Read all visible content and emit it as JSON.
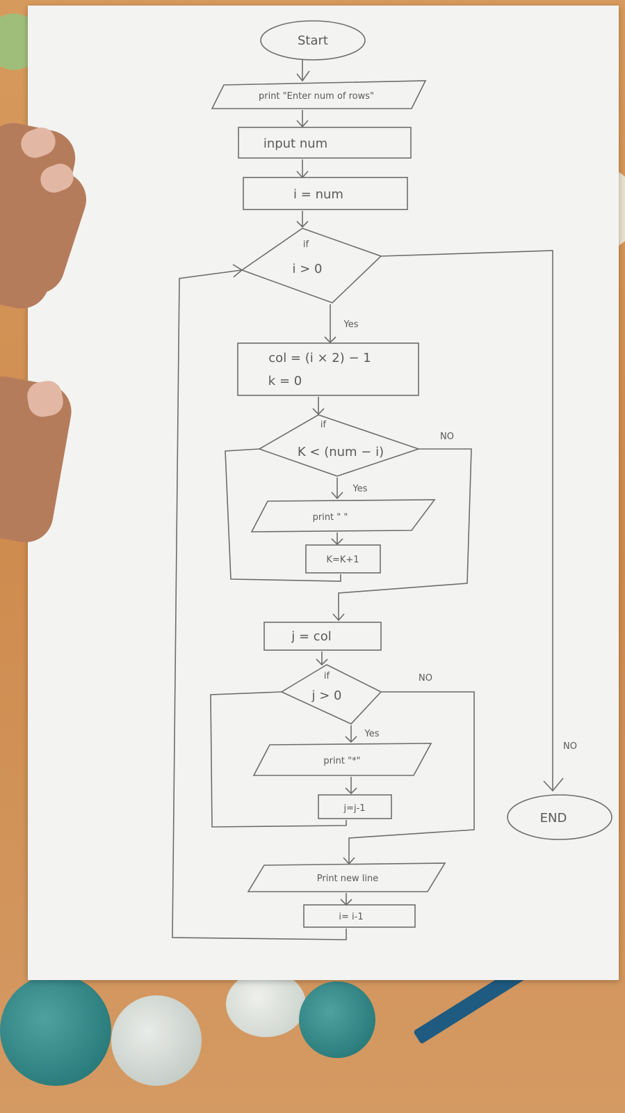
{
  "flowchart": {
    "start": "Start",
    "print_prompt": "print \"Enter num of rows\"",
    "input": "input num",
    "init_i": "i = num",
    "cond_outer_if": "if",
    "cond_outer": "i > 0",
    "yes1": "Yes",
    "col_assign": "col = (i × 2) − 1",
    "k_assign": "k = 0",
    "cond_k_if": "if",
    "cond_k": "K < (num − i)",
    "no_k": "NO",
    "yes_k": "Yes",
    "print_space": "print \"  \"",
    "k_inc": "K=K+1",
    "j_assign": "j = col",
    "cond_j_if": "if",
    "cond_j": "j > 0",
    "no_j": "NO",
    "yes_j": "Yes",
    "print_star": "print \"*\"",
    "j_dec": "j=j-1",
    "no_outer": "NO",
    "end": "END",
    "print_newline": "Print new line",
    "i_dec": "i= i-1"
  },
  "colors": {
    "paper": "#f3f3f1",
    "pencil_stroke": "#6d6d6d",
    "background_cloth": "#cf8c4f"
  }
}
